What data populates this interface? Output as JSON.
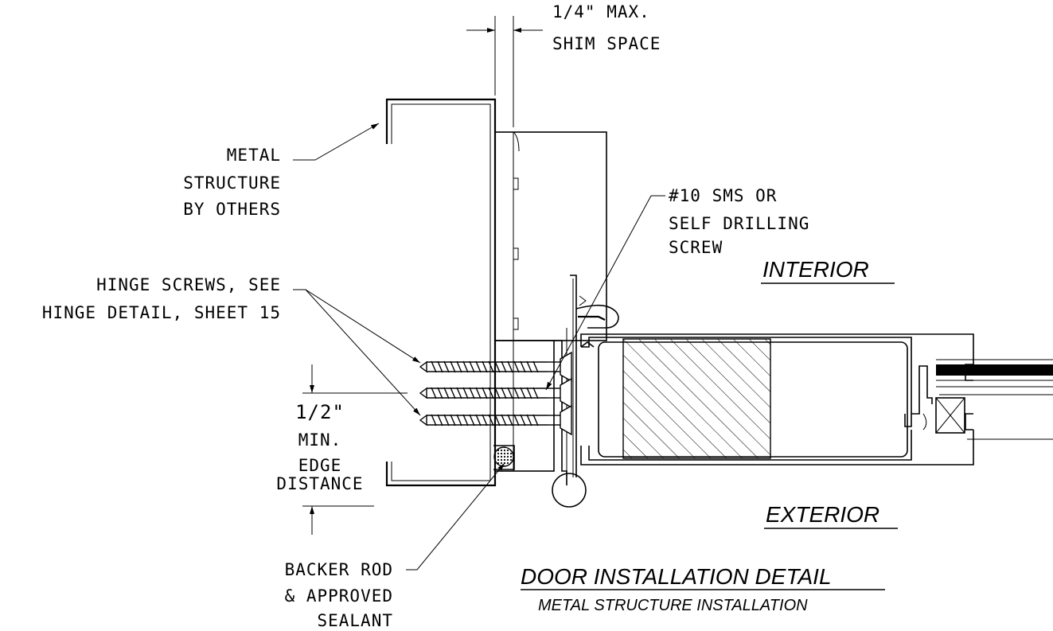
{
  "labels": {
    "shim_line1": "1/4\" MAX.",
    "shim_line2": "SHIM SPACE",
    "metal_line1": "METAL",
    "metal_line2": "STRUCTURE",
    "metal_line3": "BY OTHERS",
    "sms_line1": "#10 SMS OR",
    "sms_line2": "SELF DRILLING",
    "sms_line3": "SCREW",
    "hinge_line1": "HINGE SCREWS, SEE",
    "hinge_line2": "HINGE DETAIL, SHEET 15",
    "edge_line1": "1/2\"",
    "edge_line2": "MIN.",
    "edge_line3": "EDGE",
    "edge_line4": "DISTANCE",
    "backer_line1": "BACKER ROD",
    "backer_line2": "& APPROVED",
    "backer_line3": "SEALANT",
    "interior": "INTERIOR",
    "exterior": "EXTERIOR",
    "title": "DOOR INSTALLATION DETAIL",
    "subtitle": "METAL STRUCTURE INSTALLATION"
  }
}
